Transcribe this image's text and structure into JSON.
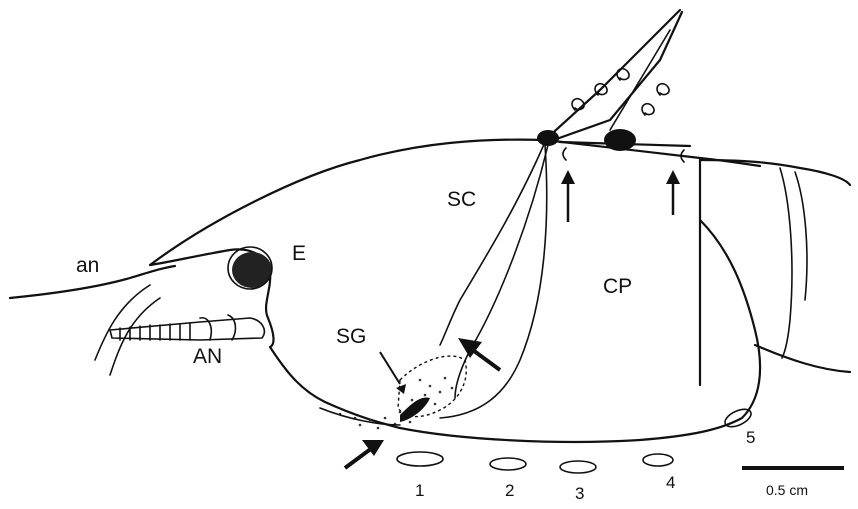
{
  "labels": {
    "an": "an",
    "E": "E",
    "SC": "SC",
    "CP": "CP",
    "SG": "SG",
    "AN": "AN",
    "n1": "1",
    "n2": "2",
    "n3": "3",
    "n4": "4",
    "n5": "5"
  },
  "scale_bar": {
    "label": "0.5 cm"
  }
}
